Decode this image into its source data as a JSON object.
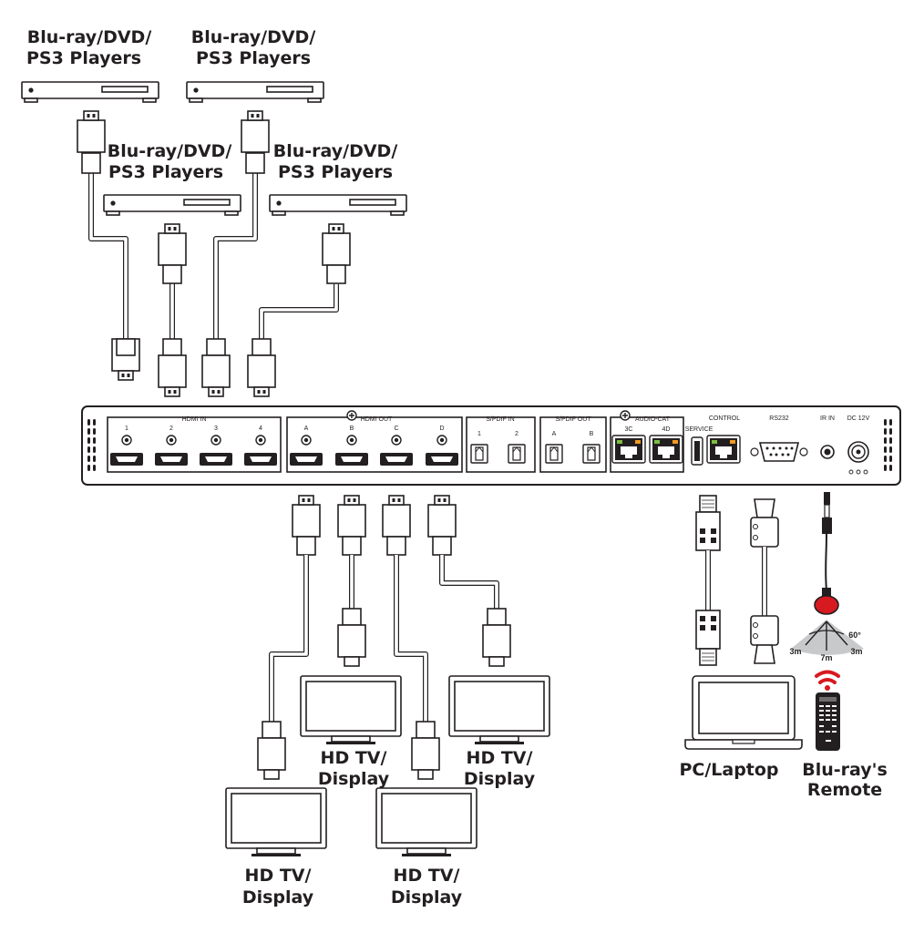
{
  "sources": {
    "label_line1": "Blu-ray/DVD/",
    "label_line2": "PS3  Players"
  },
  "displays": {
    "label_line1": "HD TV/",
    "label_line2": "Display"
  },
  "pc": {
    "label": "PC/Laptop"
  },
  "remote": {
    "label_line1": "Blu-ray's",
    "label_line2": "Remote"
  },
  "ir_coverage": {
    "angle": "60°",
    "range_left": "3m",
    "range_center": "7m",
    "range_right": "3m"
  },
  "panel": {
    "hdmi_in": {
      "title": "HDMI IN",
      "ports": [
        "1",
        "2",
        "3",
        "4"
      ]
    },
    "hdmi_out": {
      "title": "HDMI OUT",
      "ports": [
        "A",
        "B",
        "C",
        "D"
      ]
    },
    "spdif_in": {
      "title": "S/PDIF IN",
      "ports": [
        "1",
        "2"
      ]
    },
    "spdif_out": {
      "title": "S/PDIF OUT",
      "ports": [
        "A",
        "B"
      ]
    },
    "audio_cat": {
      "title": "AUDIO-CAT",
      "ports": [
        "3C",
        "4D"
      ]
    },
    "service": "SERVICE",
    "control": "CONTROL",
    "rs232": "RS232",
    "ir_in": "IR IN",
    "dc": "DC 12V"
  },
  "colors": {
    "line": "#231f20",
    "rj45_green": "#7bbf44",
    "rj45_orange": "#f29a1f",
    "ir_red": "#d71920",
    "coverage_grey": "#c8c9cb"
  }
}
